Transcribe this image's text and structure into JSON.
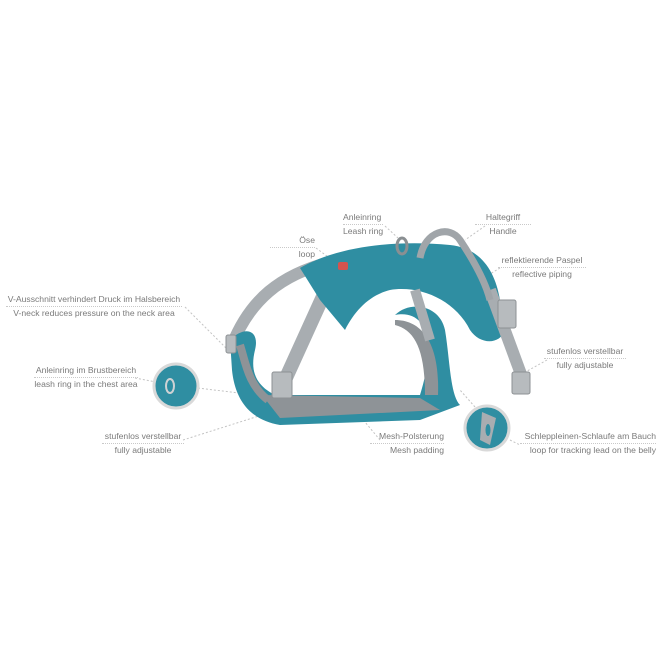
{
  "colors": {
    "teal": "#2f8ea2",
    "strap_gray": "#a8adb1",
    "mesh_gray": "#8e9397",
    "label_text": "#7a7a7a"
  },
  "labels": {
    "loop": {
      "de": "Öse",
      "en": "loop"
    },
    "leash_ring": {
      "de": "Anleinring",
      "en": "Leash ring"
    },
    "handle": {
      "de": "Haltegriff",
      "en": "Handle"
    },
    "reflective": {
      "de": "reflektierende Paspel",
      "en": "reflective piping"
    },
    "v_neck": {
      "de": "V-Ausschnitt verhindert Druck im Halsbereich",
      "en": "V-neck reduces pressure on the neck area"
    },
    "chest_ring": {
      "de": "Anleinring im Brustbereich",
      "en": "leash ring in the chest area"
    },
    "adjust_left": {
      "de": "stufenlos verstellbar",
      "en": "fully adjustable"
    },
    "mesh": {
      "de": "Mesh-Polsterung",
      "en": "Mesh padding"
    },
    "adjust_right": {
      "de": "stufenlos verstellbar",
      "en": "fully adjustable"
    },
    "belly_loop": {
      "de": "Schleppleinen-Schlaufe am Bauch",
      "en": "loop for tracking lead on the belly"
    }
  }
}
